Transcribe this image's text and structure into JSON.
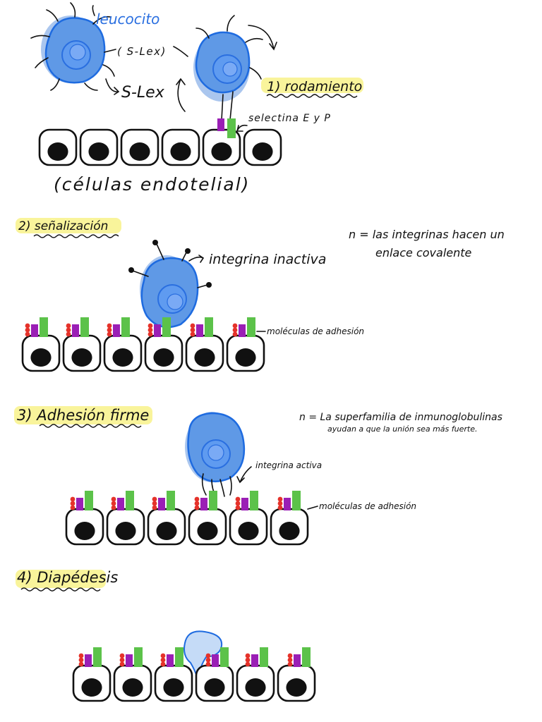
{
  "labels": {
    "leucocito": "leucocito",
    "slex_paren": "( S-Lex)",
    "slex_arrow": "S-Lex",
    "step1": "1) rodamiento",
    "selectina": "selectina E y P",
    "endothelial": "(células endotelial)",
    "step2": "2) señalización",
    "integrina_inactiva": "integrina inactiva",
    "note1_line1": "n = las integrinas hacen un",
    "note1_line2": "enlace covalente",
    "moleculas_1": "moléculas de adhesión",
    "step3": "3) Adhesión firme",
    "note2_line1": "n = La superfamilia de inmunoglobulinas",
    "note2_line2": "ayudan a que la unión sea más fuerte.",
    "integrina_activa": "integrina activa",
    "moleculas_2": "moléculas de adhesión",
    "step4": "4) Diapédesis"
  },
  "colors": {
    "leukocyte_fill": "#5f99e6",
    "leukocyte_outline": "#1e6be0",
    "leukocyte_halo": "#aac6ee",
    "label_blue": "#2a6fe0",
    "highlighter": "#f8f28a",
    "selectin_green": "#5cc24a",
    "ligand_purple": "#9a1fb5",
    "icam_red": "#e5322a",
    "ink": "#111111"
  }
}
